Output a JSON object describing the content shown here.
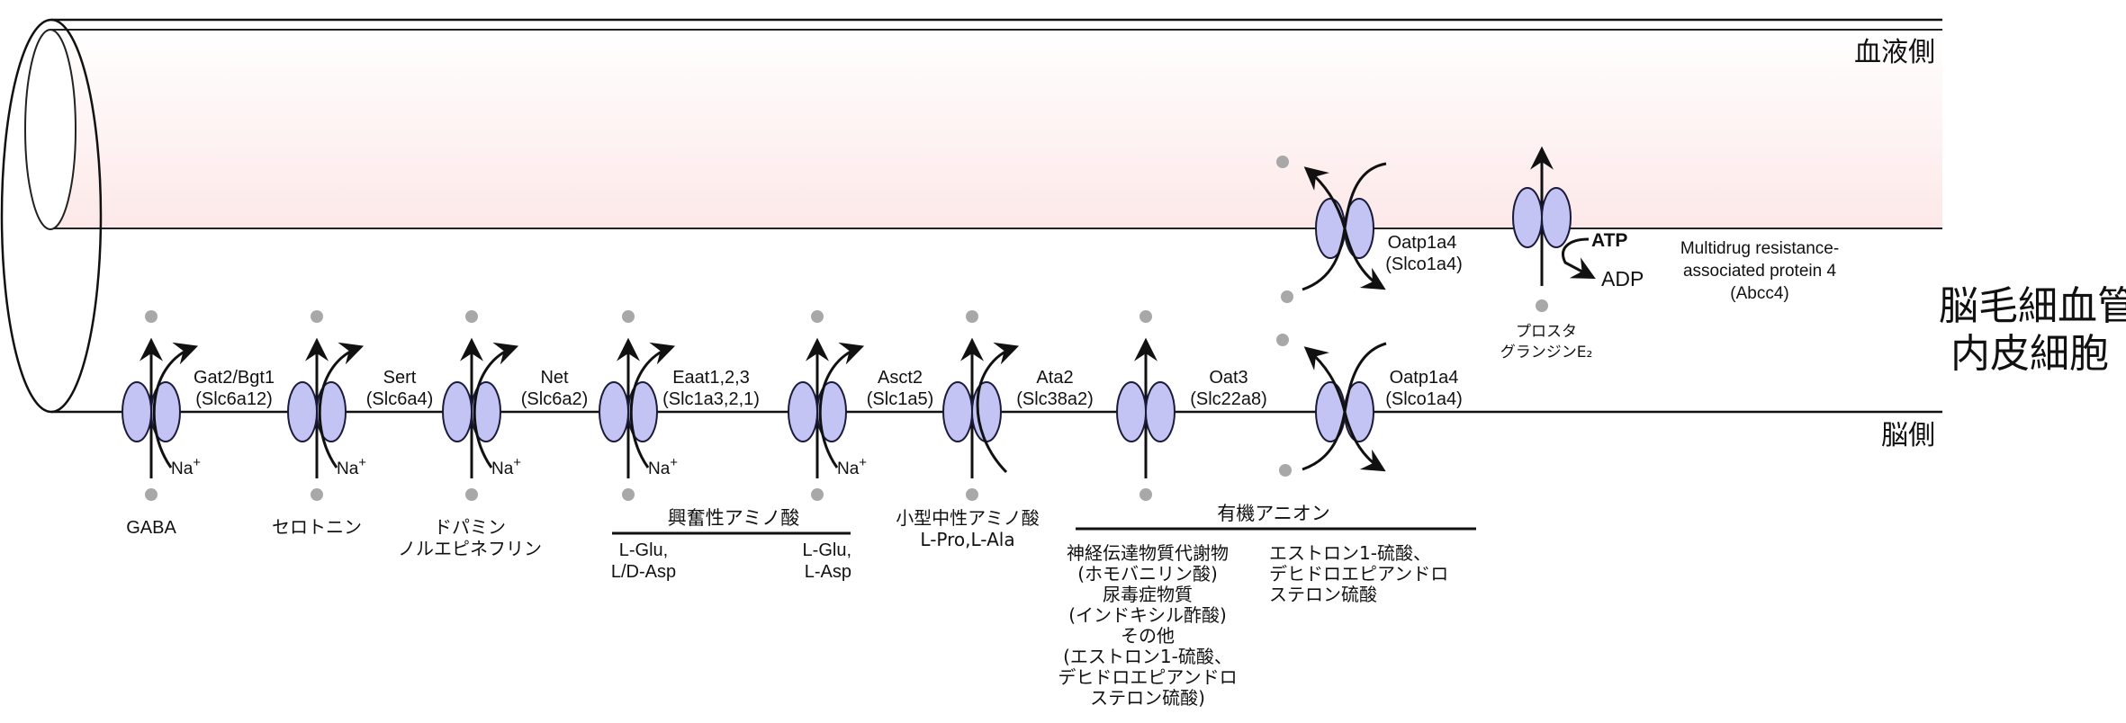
{
  "colors": {
    "transporter_fill": "#c4c4f4",
    "transporter_stroke": "#1a1a3a",
    "substrate_dot": "#a8a8a8",
    "blood_band_top": "#ffffff",
    "blood_band_bottom": "#fde8e8",
    "line": "#111111"
  },
  "regions": {
    "blood_side": "血液側",
    "brain_side": "脳側",
    "cell_line1": "脳毛細血管",
    "cell_line2": "内皮細胞"
  },
  "abluminal_transporters": [
    {
      "id": "gat2",
      "name": "Gat2/Bgt1",
      "gene": "(Slc6a12)",
      "type": "symport",
      "ion": "Na",
      "ion_sup": "+",
      "substrate": [
        "GABA"
      ]
    },
    {
      "id": "sert",
      "name": "Sert",
      "gene": "(Slc6a4)",
      "type": "symport",
      "ion": "Na",
      "ion_sup": "+",
      "substrate": [
        "セロトニン"
      ]
    },
    {
      "id": "net",
      "name": "Net",
      "gene": "(Slc6a2)",
      "type": "symport",
      "ion": "Na",
      "ion_sup": "+",
      "substrate": [
        "ドパミン",
        "ノルエピネフリン"
      ]
    },
    {
      "id": "eaat",
      "name": "Eaat1,2,3",
      "gene": "(Slc1a3,2,1)",
      "type": "symport",
      "ion": "Na",
      "ion_sup": "+",
      "substrate": [
        "L-Glu,",
        "L/D-Asp"
      ]
    },
    {
      "id": "asct2",
      "name": "Asct2",
      "gene": "(Slc1a5)",
      "type": "symport",
      "ion": "Na",
      "ion_sup": "+",
      "substrate": [
        "L-Glu,",
        "L-Asp"
      ]
    },
    {
      "id": "ata2",
      "name": "Ata2",
      "gene": "(Slc38a2)",
      "type": "symport",
      "ion": "",
      "ion_sup": "",
      "substrate": [
        "小型中性アミノ酸",
        "L-Pro,L-Ala"
      ]
    },
    {
      "id": "oat3",
      "name": "Oat3",
      "gene": "(Slc22a8)",
      "type": "uniport",
      "substrate": []
    },
    {
      "id": "oatp1a4_brain",
      "name": "Oatp1a4",
      "gene": "(Slco1a4)",
      "type": "exchange",
      "substrate": []
    }
  ],
  "luminal_transporters": [
    {
      "id": "oatp1a4_blood",
      "name": "Oatp1a4",
      "gene": "(Slco1a4)",
      "type": "exchange"
    },
    {
      "id": "abcc4",
      "name_lines": [
        "Multidrug resistance-",
        "associated protein 4",
        "(Abcc4)"
      ],
      "type": "atp",
      "atp": "ATP",
      "adp": "ADP",
      "substrate": [
        "プロスタ",
        "グランジンE₂"
      ]
    }
  ],
  "groups": {
    "excitatory": {
      "label": "興奮性アミノ酸"
    },
    "organic_anion": {
      "label": "有機アニオン",
      "left_lines": [
        "神経伝達物質代謝物",
        "(ホモバニリン酸)",
        "尿毒症物質",
        "(インドキシル酢酸)",
        "その他",
        "(エストロン1-硫酸、",
        "デヒドロエピアンドロ",
        "ステロン硫酸)"
      ],
      "right_lines": [
        "エストロン1-硫酸、",
        "デヒドロエピアンドロ",
        "ステロン硫酸"
      ]
    }
  }
}
